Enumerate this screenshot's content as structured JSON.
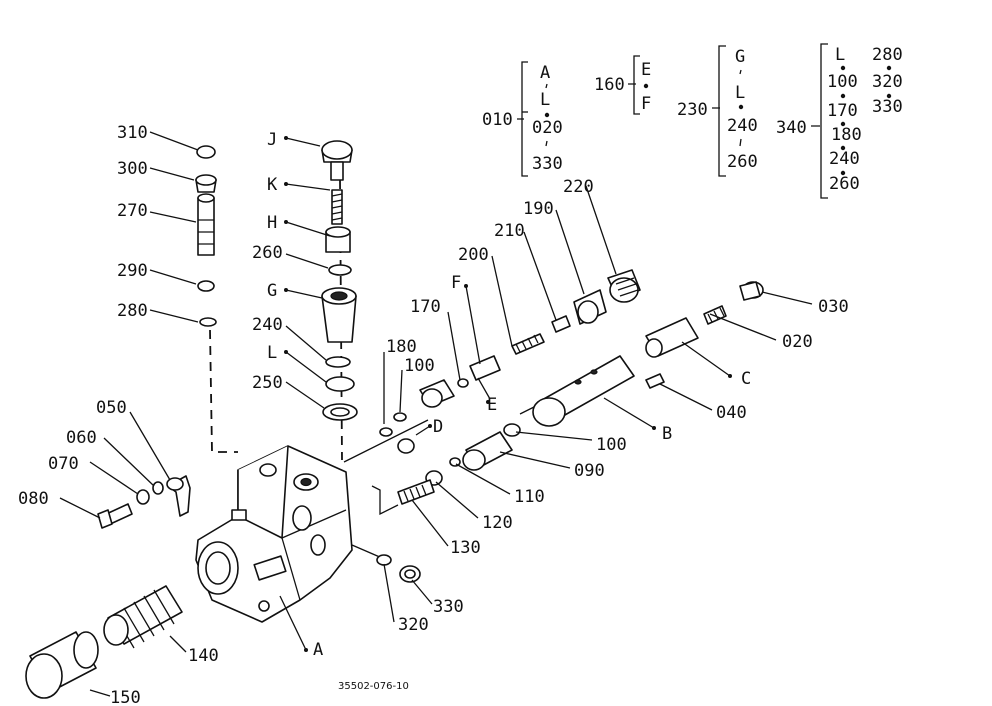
{
  "figure_code": "35502-076-10",
  "labels": {
    "p310": "310",
    "p300": "300",
    "p270": "270",
    "p290": "290",
    "p280": "280",
    "pJ": "J",
    "pK": "K",
    "pH": "H",
    "p260": "260",
    "pG": "G",
    "p240": "240",
    "pL": "L",
    "p250": "250",
    "p180": "180",
    "p100a": "100",
    "pE": "E",
    "pD": "D",
    "p170": "170",
    "pF": "F",
    "p200": "200",
    "p210": "210",
    "p190": "190",
    "p220": "220",
    "p030": "030",
    "p020": "020",
    "pC": "C",
    "p040": "040",
    "pB": "B",
    "p100b": "100",
    "p090": "090",
    "p110": "110",
    "p120": "120",
    "p130": "130",
    "p050": "050",
    "p060": "060",
    "p070": "070",
    "p080": "080",
    "p320": "320",
    "p330": "330",
    "p140": "140",
    "p150": "150",
    "pA": "A"
  },
  "groups": {
    "g010": {
      "code": "010",
      "items": [
        "A",
        "L",
        "020",
        "330"
      ]
    },
    "g160": {
      "code": "160",
      "items": [
        "E",
        "F"
      ]
    },
    "g230": {
      "code": "230",
      "items": [
        "G",
        "L",
        "240",
        "260"
      ]
    },
    "g340": {
      "code": "340",
      "items": [
        "L",
        "100",
        "170",
        "180",
        "240",
        "260"
      ],
      "extra": [
        "280",
        "320",
        "330"
      ]
    }
  }
}
